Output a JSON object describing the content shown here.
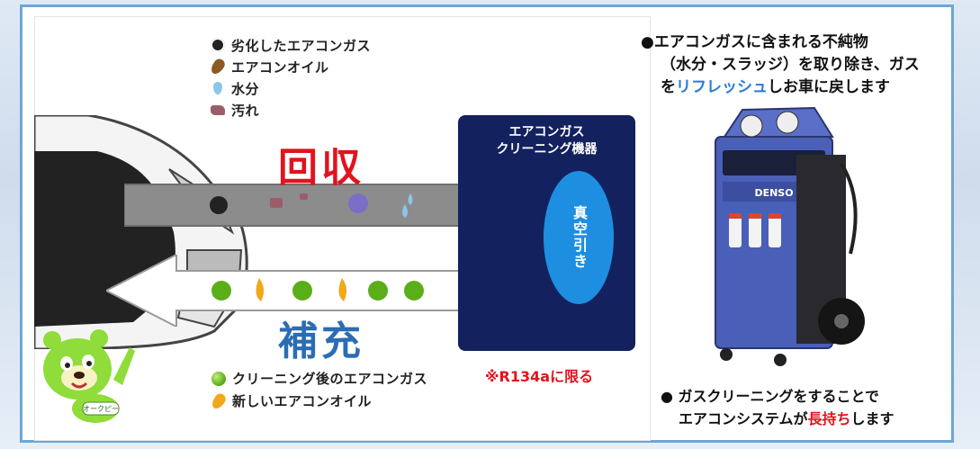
{
  "legend_top": {
    "dirty_gas": "劣化したエアコンガス",
    "oil": "エアコンオイル",
    "water": "水分",
    "dirt": "汚れ"
  },
  "headings": {
    "recovery": "回収",
    "refill": "補充"
  },
  "machine_box": {
    "title_line1": "エアコンガス",
    "title_line2": "クリーニング機器",
    "vacuum": "真空引き"
  },
  "note_r134a": "※R134aに限る",
  "legend_bottom": {
    "clean_gas": "クリーニング後のエアコンガス",
    "new_oil": "新しいエアコンオイル"
  },
  "right_top": {
    "line1": "●エアコンガスに含まれる不純物",
    "line2": "（水分・スラッジ）を取り除き、ガス",
    "line3_pre": "を",
    "line3_emph": "リフレッシュ",
    "line3_post": "しお車に戻します"
  },
  "right_bottom": {
    "line1": "● ガスクリーニングをすることで",
    "line2_pre": "エアコンシステムが",
    "line2_emph": "長持ち",
    "line2_post": "します"
  },
  "machine_brand": "DENSO",
  "mascot_tag": "オークピー",
  "colors": {
    "recovery_red": "#e0141e",
    "refill_blue": "#2b6db3",
    "box_navy": "#13225e",
    "vacuum_blue": "#1e8fe0",
    "emph_blue": "#2b7bd3"
  }
}
